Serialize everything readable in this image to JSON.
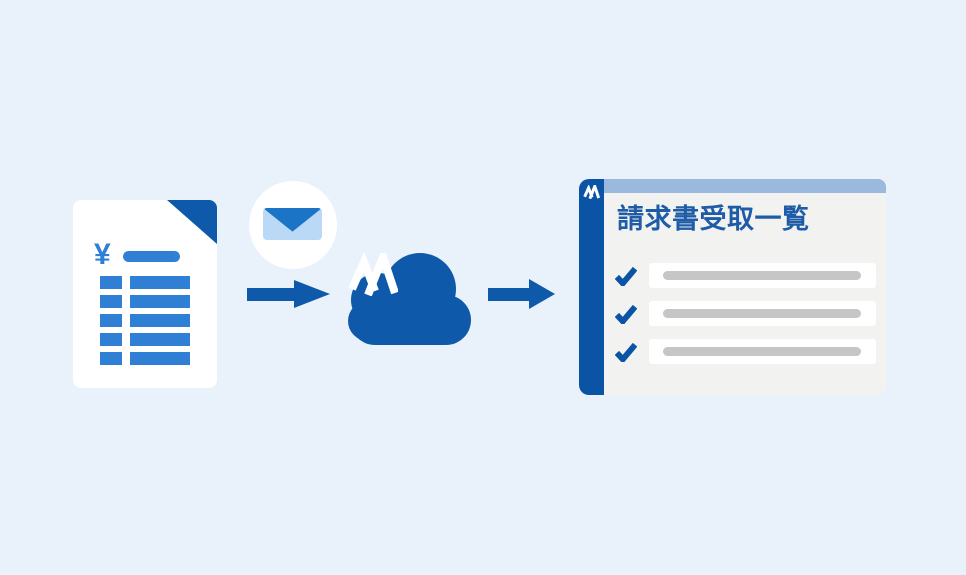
{
  "illustration": {
    "background_color": "#e9f1fb",
    "invoice_document": {
      "currency_symbol": "¥",
      "table_row_count": 5
    },
    "email_icon": {
      "name": "envelope-in-circle"
    },
    "cloud_service": {
      "logo": "M"
    },
    "panel": {
      "title": "請求書受取一覧",
      "logo": "M",
      "rows": [
        {
          "checked": true,
          "label": ""
        },
        {
          "checked": true,
          "label": ""
        },
        {
          "checked": true,
          "label": ""
        }
      ]
    },
    "colors": {
      "background": "#e9f1fb",
      "primary_blue": "#0e59a9",
      "medium_blue": "#2f80d4",
      "envelope_flap": "#1b74c5",
      "envelope_body": "#b9d9f6",
      "panel_sidebar": "#0b54a5",
      "panel_topbar": "#9bb9dc",
      "panel_body": "#f2f2f1",
      "row_bg": "#ffffff",
      "placeholder_gray": "#c6c6c6",
      "title_text": "#1e5ca7",
      "white": "#ffffff"
    }
  }
}
